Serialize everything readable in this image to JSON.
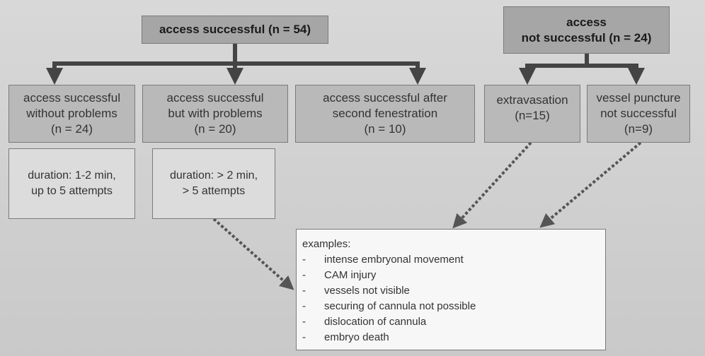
{
  "success_root": {
    "label": "access successful (n = 54)"
  },
  "fail_root": {
    "line1": "access",
    "line2": "not successful (n = 24)"
  },
  "success_children": [
    {
      "line1": "access successful",
      "line2": "without problems",
      "line3": "(n = 24)"
    },
    {
      "line1": "access successful",
      "line2": "but with problems",
      "line3": "(n = 20)"
    },
    {
      "line1": "access successful after",
      "line2": "second fenestration",
      "line3": "(n = 10)"
    }
  ],
  "fail_children": [
    {
      "line1": "extravasation",
      "line2": "(n=15)"
    },
    {
      "line1": "vessel puncture",
      "line2": "not successful",
      "line3": "(n=9)"
    }
  ],
  "durations": [
    {
      "line1": "duration: 1-2 min,",
      "line2": "up to 5 attempts"
    },
    {
      "line1": "duration: > 2 min,",
      "line2": "> 5 attempts"
    }
  ],
  "examples": {
    "title": "examples:",
    "bullet": "-",
    "items": [
      "intense embryonal  movement",
      "CAM injury",
      "vessels not visible",
      "securing of cannula not possible",
      "dislocation of cannula",
      "embryo death"
    ]
  },
  "colors": {
    "connector": "#444444",
    "dotted": "#555555"
  }
}
